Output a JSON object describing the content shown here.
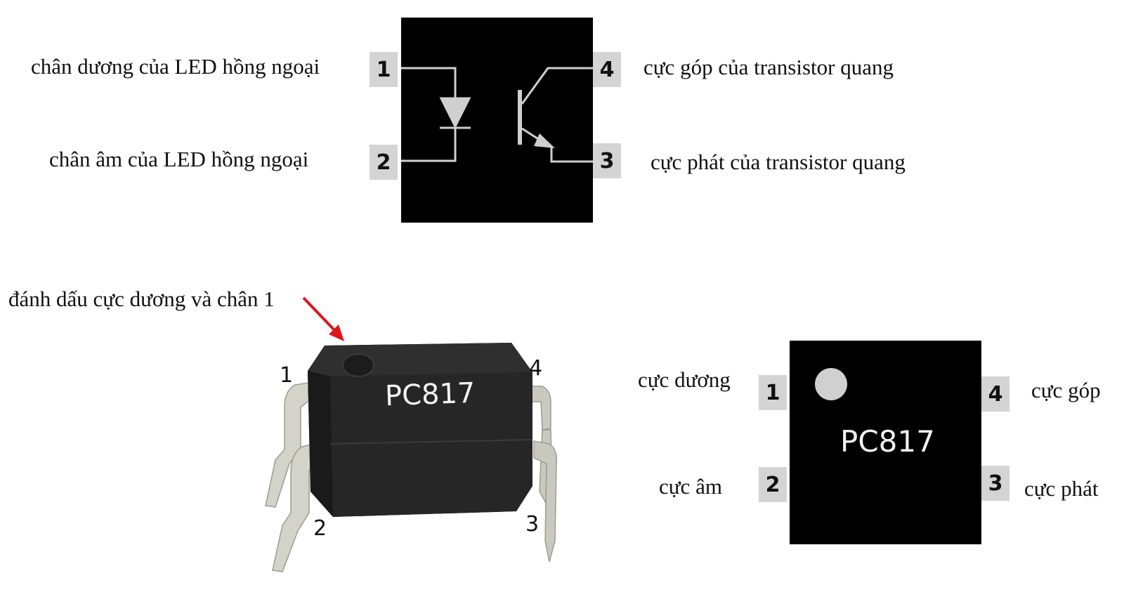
{
  "schematic": {
    "pins": {
      "p1": "1",
      "p2": "2",
      "p3": "3",
      "p4": "4"
    },
    "labels": {
      "pin1": "chân dương của LED hồng ngoại",
      "pin2": "chân âm của LED hồng ngoại",
      "pin4": "cực góp của transistor quang",
      "pin3": "cực phát của transistor quang"
    }
  },
  "photo": {
    "marker_label": "đánh dấu cực dương và chân 1",
    "chip_text": "PC817",
    "pins": {
      "p1": "1",
      "p2": "2",
      "p3": "3",
      "p4": "4"
    },
    "marker_arrow_color": "#e0141b"
  },
  "topview": {
    "chip_text": "PC817",
    "pins": {
      "p1": "1",
      "p2": "2",
      "p3": "3",
      "p4": "4"
    },
    "labels": {
      "pin1": "cực dương",
      "pin2": "cực âm",
      "pin4": "cực góp",
      "pin3": "cực phát"
    }
  }
}
